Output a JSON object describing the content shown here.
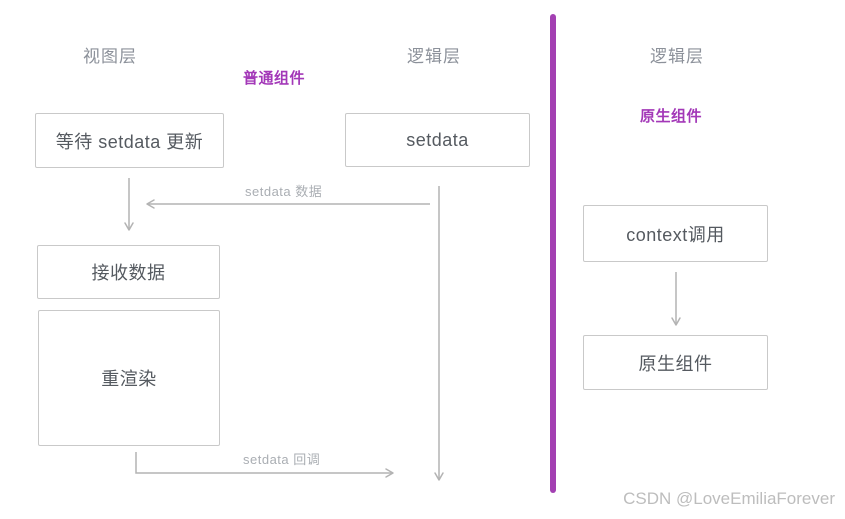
{
  "left_panel": {
    "headers": {
      "view_layer": "视图层",
      "logic_layer": "逻辑层"
    },
    "title": "普通组件",
    "boxes": {
      "wait": "等待 setdata 更新",
      "setdata": "setdata",
      "receive": "接收数据",
      "rerender": "重渲染"
    },
    "edge_labels": {
      "data": "setdata 数据",
      "callback": "setdata 回调"
    }
  },
  "right_panel": {
    "headers": {
      "logic_layer": "逻辑层"
    },
    "title": "原生组件",
    "boxes": {
      "context": "context调用",
      "native": "原生组件"
    }
  },
  "watermark": "CSDN @LoveEmiliaForever",
  "colors": {
    "accent_purple": "#a340b2",
    "title_purple": "#a338b8",
    "connector_gray": "#b3b3b3",
    "box_border": "#c9c9c9",
    "box_text": "#555a60",
    "header_text": "#8c919a",
    "edge_label_text": "#aaaeb3",
    "watermark_text": "#bdbdbd"
  }
}
